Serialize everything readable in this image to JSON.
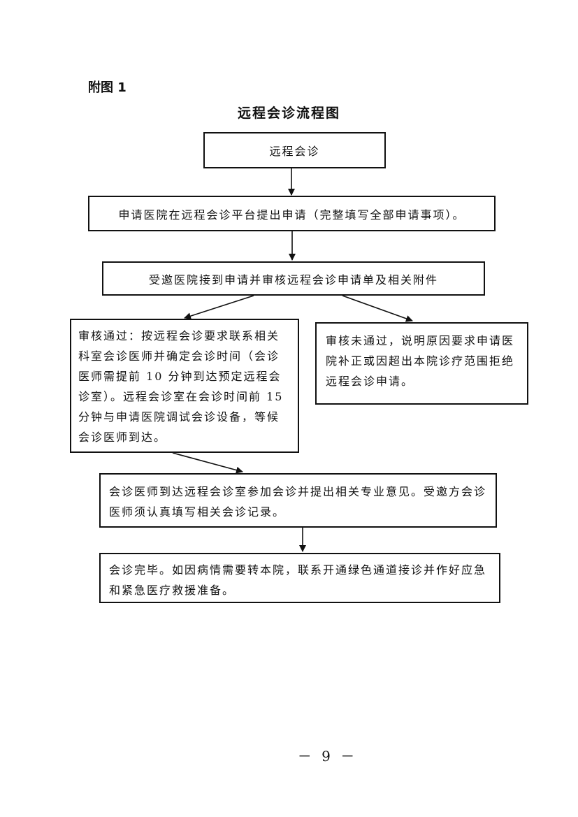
{
  "header": {
    "attachment_label": "附图 1",
    "title": "远程会诊流程图"
  },
  "flow": {
    "start": "远程会诊",
    "apply": "申请医院在远程会诊平台提出申请（完整填写全部申请事项）。",
    "review": "受邀医院接到申请并审核远程会诊申请单及相关附件",
    "approved": "审核通过：按远程会诊要求联系相关科室会诊医师并确定会诊时间（会诊医师需提前 10 分钟到达预定远程会诊室）。远程会诊室在会诊时间前 15 分钟与申请医院调试会诊设备，等候会诊医师到达。",
    "rejected": "审核未通过，说明原因要求申请医院补正或因超出本院诊疗范围拒绝远程会诊申请。",
    "consult": "会诊医师到达远程会诊室参加会诊并提出相关专业意见。受邀方会诊医师须认真填写相关会诊记录。",
    "finish": "会诊完毕。如因病情需要转本院，联系开通绿色通道接诊并作好应急和紧急医疗救援准备。"
  },
  "footer": {
    "page_number": "－ 9 －"
  }
}
